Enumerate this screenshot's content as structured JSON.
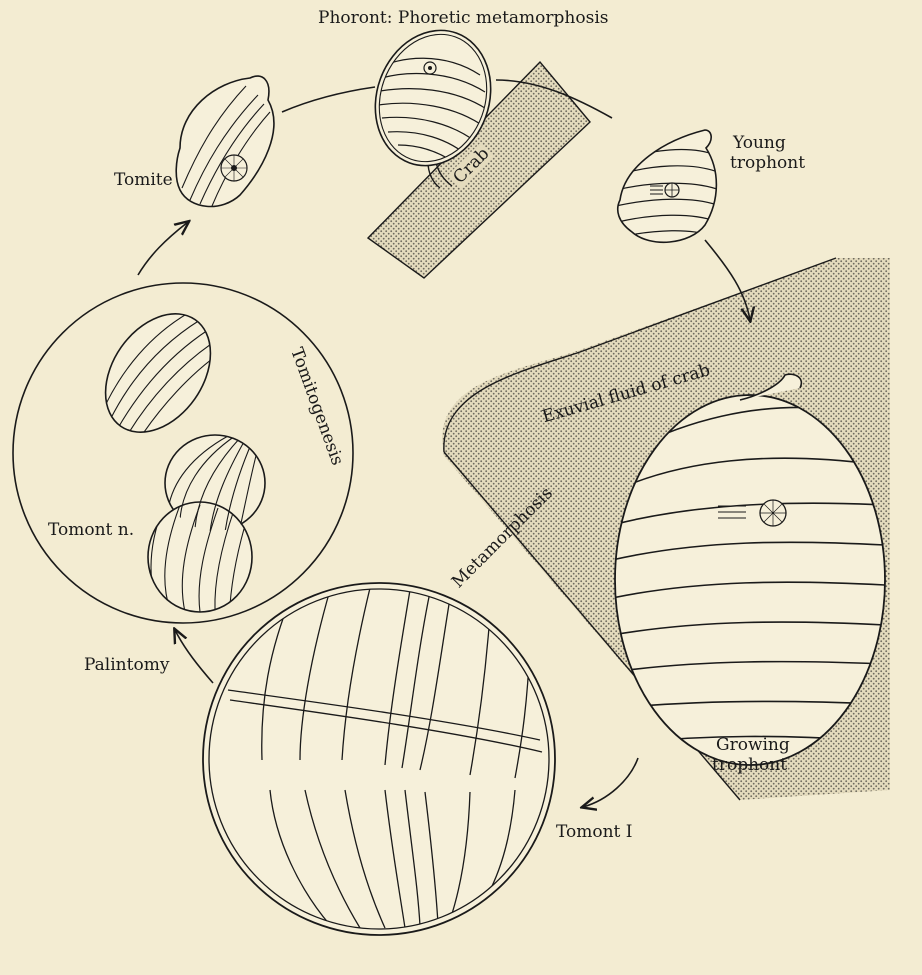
{
  "title": "Phoront: Phoretic metamorphosis",
  "labels": {
    "crab": "Crab",
    "tomite": "Tomite",
    "young_trophont_1": "Young",
    "young_trophont_2": "trophont",
    "exuvial": "Exuvial fluid of crab",
    "metamorphosis": "Metamorphosis",
    "tomitogenesis": "Tomitogenesis",
    "tomont_n": "Tomont n.",
    "palintomy": "Palintomy",
    "growing_trophont_1": "Growing",
    "growing_trophont_2": "trophont",
    "tomont_1": "Tomont I"
  },
  "stages": [
    "Tomite",
    "Phoront",
    "Young trophont",
    "Growing trophont",
    "Tomont I",
    "Tomont n.",
    "Tomite"
  ]
}
